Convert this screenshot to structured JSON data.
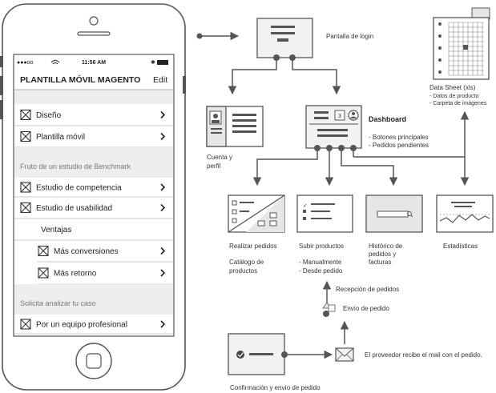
{
  "phone": {
    "status": {
      "carrier": "●●●oo",
      "time": "11:56 AM"
    },
    "title": "PLANTILLA MÓVIL MAGENTO",
    "edit_label": "Edit",
    "rows": [
      {
        "label": "Diseño"
      },
      {
        "label": "Plantilla móvil"
      },
      {
        "section": "Fruto de un estudio de Benchmark"
      },
      {
        "label": "Estudio de competencia"
      },
      {
        "label": "Estudio de usabilidad"
      },
      {
        "plain": "Ventajas"
      },
      {
        "label": "Más conversiones"
      },
      {
        "label": "Más retorno"
      },
      {
        "section": "Solicita analizar tu caso"
      },
      {
        "label": "Por un equipo profesional"
      }
    ]
  },
  "nodes": {
    "login": "Pantalla de login",
    "account": [
      "Cuenta y",
      "perfil"
    ],
    "dashboard": {
      "title": "Dashboard",
      "badge": "3",
      "bullets": [
        "- Botones principales",
        "- Pedidos pendientes"
      ]
    },
    "datasheet": {
      "title": "Data Sheet (xls)",
      "bullets": [
        "- Datos de producto",
        "- Carpeta de imágenes"
      ]
    },
    "orders": {
      "title": "Realizar pedidos",
      "sub": [
        "Catálogo de",
        "productos"
      ]
    },
    "upload": {
      "title": "Subir productos",
      "sub": [
        "- Manualmente",
        "- Desde pedido"
      ]
    },
    "history": {
      "title": [
        "Histórico de",
        "pedidos y",
        "facturas"
      ]
    },
    "stats": {
      "title": "Estadísticas"
    },
    "reception": "Recepción de pedidos",
    "sending": "Envío de pedido",
    "supplier": "El proveedor recibe el mail con el pedido.",
    "confirm": "Confirmación y envío de pedido"
  },
  "colors": {
    "line": "#555555",
    "box_fill": "#f2f2f2",
    "panel_fill": "#e6e6e6",
    "section_fill": "#eeeeee",
    "dark_fill": "#444444"
  }
}
